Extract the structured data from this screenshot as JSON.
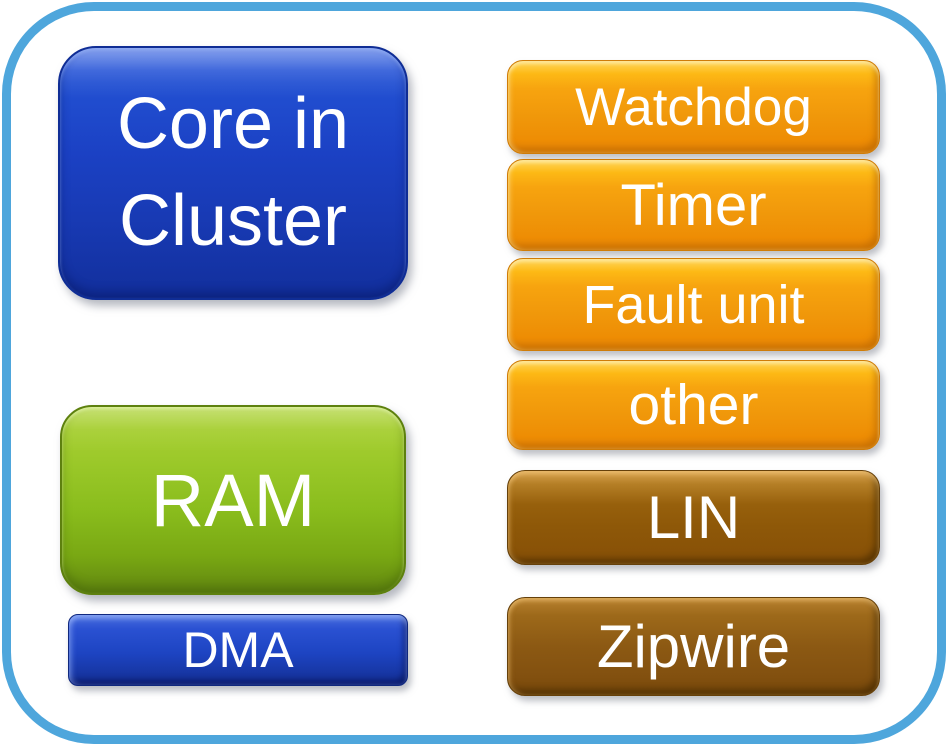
{
  "diagram": {
    "type": "block-diagram",
    "container": {
      "border_color": "#4EA6DC",
      "background_color": "#FFFFFF"
    },
    "blocks": {
      "core": {
        "label_line1": "Core in",
        "label_line2": "Cluster",
        "fill_color": "#1B41C4",
        "text_color": "#FFFFFF"
      },
      "ram": {
        "label": "RAM",
        "fill_color": "#8ABD1D",
        "text_color": "#FFFFFF"
      },
      "dma": {
        "label": "DMA",
        "fill_color": "#1D44C2",
        "text_color": "#FFFFFF"
      },
      "watchdog": {
        "label": "Watchdog",
        "fill_color": "#F0970A",
        "text_color": "#FFFFFF"
      },
      "timer": {
        "label": "Timer",
        "fill_color": "#F0970A",
        "text_color": "#FFFFFF"
      },
      "fault_unit": {
        "label": "Fault unit",
        "fill_color": "#F0970A",
        "text_color": "#FFFFFF"
      },
      "other": {
        "label": "other",
        "fill_color": "#F0970A",
        "text_color": "#FFFFFF"
      },
      "lin": {
        "label": "LIN",
        "fill_color": "#8E5808",
        "text_color": "#FFFFFF"
      },
      "zipwire": {
        "label": "Zipwire",
        "fill_color": "#8C5913",
        "text_color": "#FFFFFF"
      }
    }
  }
}
